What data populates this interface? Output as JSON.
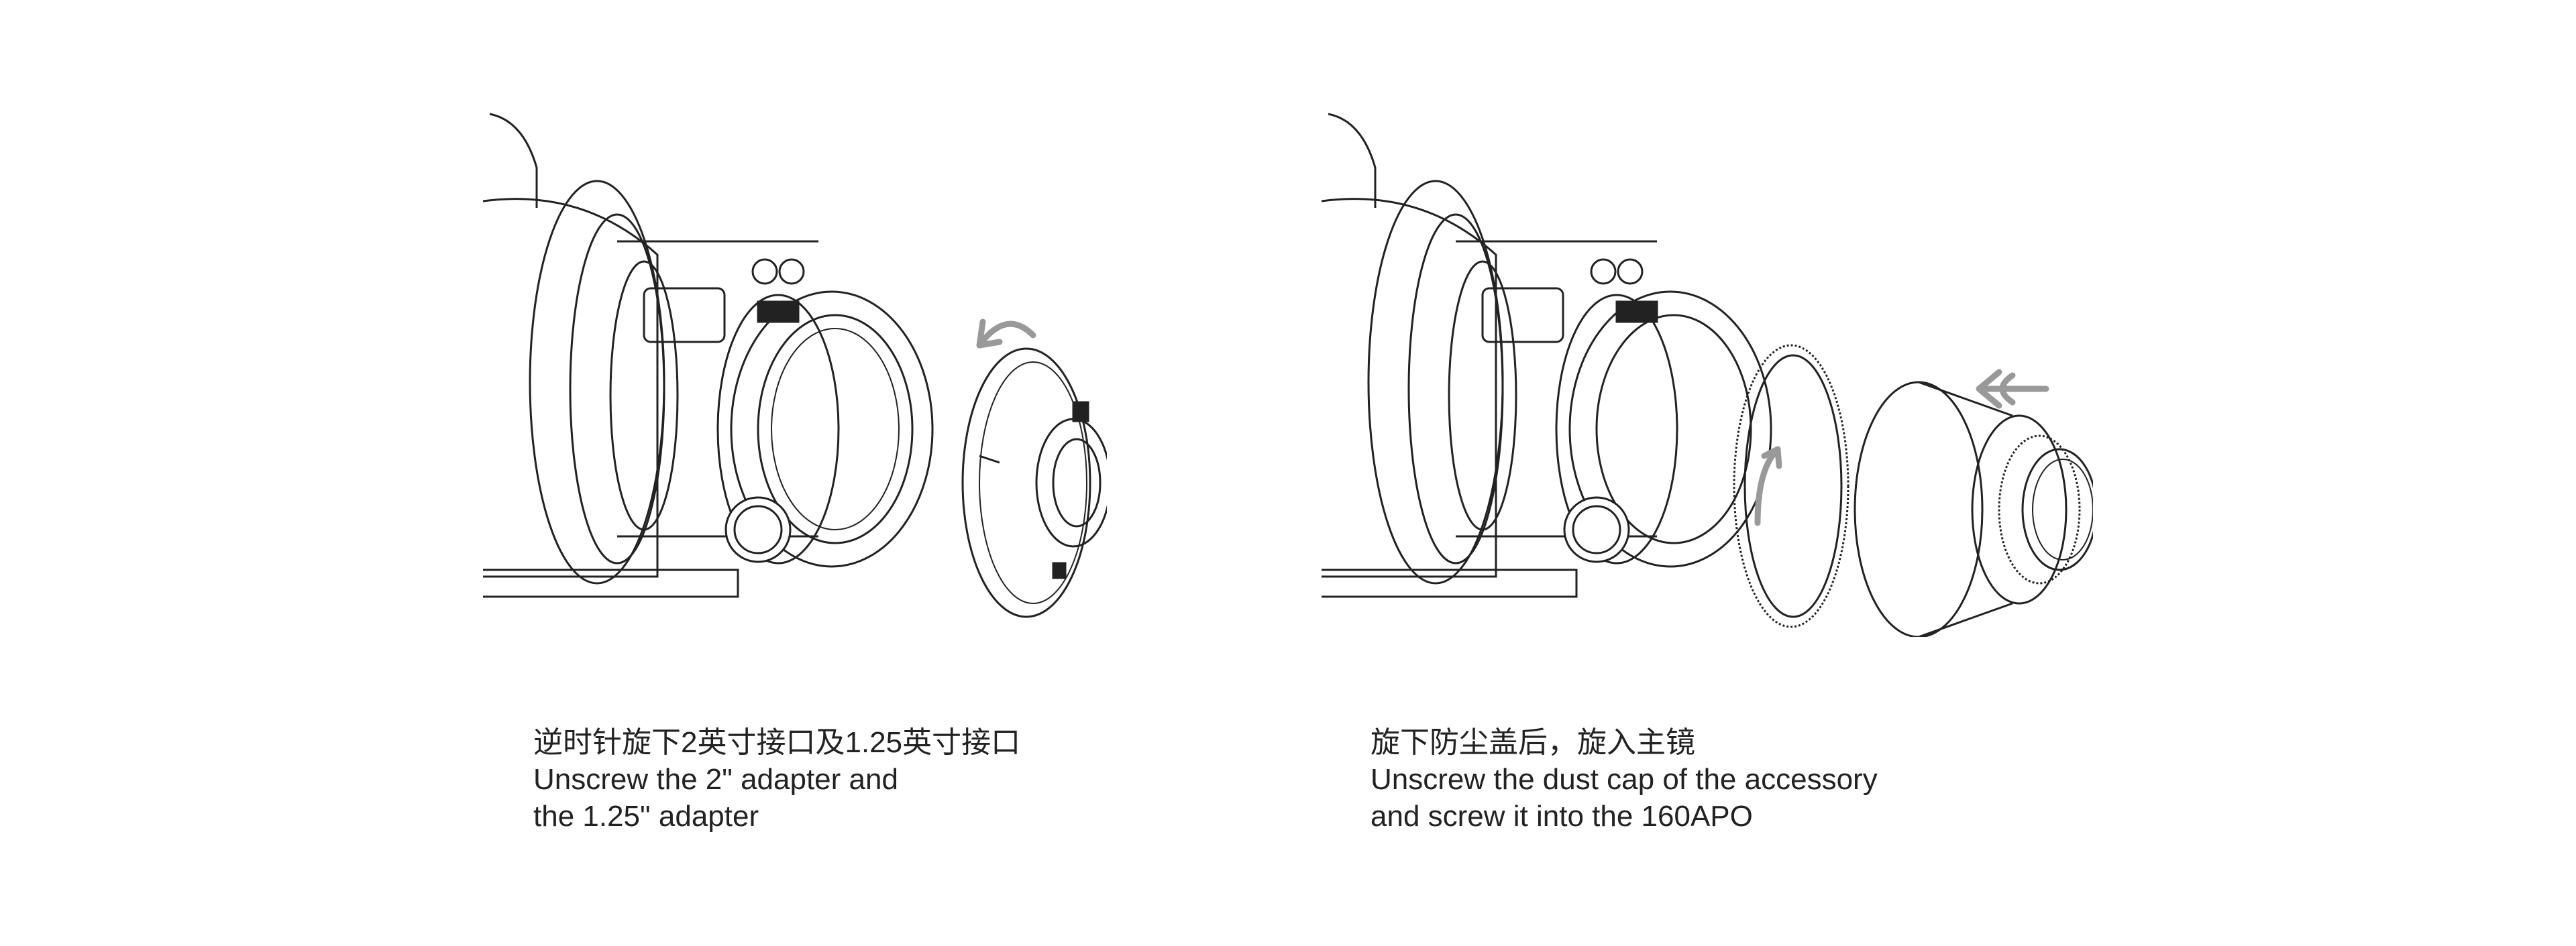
{
  "steps": [
    {
      "title_zh": "逆时针旋下2英寸接口及1.25英寸接口",
      "lines_en": [
        "Unscrew the 2\" adapter and",
        "the 1.25\" adapter"
      ],
      "illustration_icon": "telescope-remove-adapter-illustration"
    },
    {
      "title_zh": "旋下防尘盖后，旋入主镜",
      "lines_en": [
        "Unscrew the dust cap of the accessory",
        "and screw it into the 160APO"
      ],
      "illustration_icon": "telescope-attach-flattener-illustration"
    }
  ],
  "colors": {
    "line": "#222222",
    "arrow": "#999999",
    "background": "#ffffff"
  }
}
